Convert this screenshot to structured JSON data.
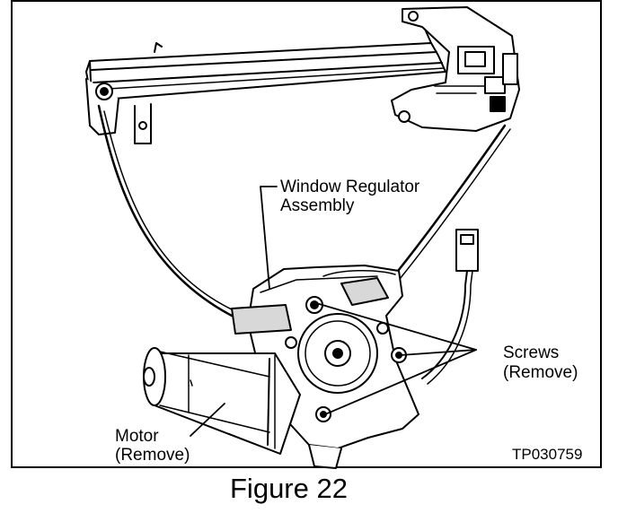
{
  "figure": {
    "caption": "Figure 22",
    "code": "TP030759"
  },
  "labels": {
    "regulator_line1": "Window Regulator",
    "regulator_line2": "Assembly",
    "screws_line1": "Screws",
    "screws_line2": "(Remove)",
    "motor_line1": "Motor",
    "motor_line2": "(Remove)"
  },
  "colors": {
    "ink": "#000000",
    "paper": "#ffffff",
    "shade": "#d8d8d8"
  }
}
